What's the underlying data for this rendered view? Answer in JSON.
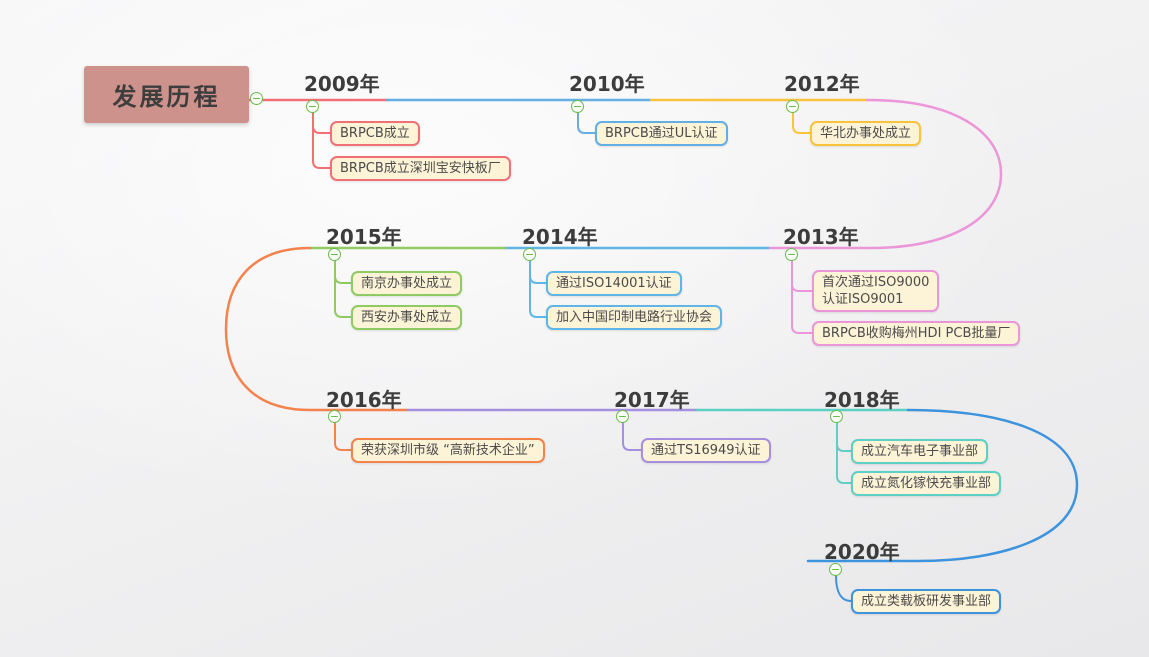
{
  "title": {
    "label": "发展历程"
  },
  "colors": {
    "root_bg": "#cd928c",
    "root_text": "#3d3d3e",
    "year_text": "#3c3c3c",
    "topic_bg": "#fdf3d7",
    "topic_text": "#4b4b4b",
    "marker": "#69bb4d",
    "marker_bg": "#fbfdf9"
  },
  "branches": [
    {
      "year": "2009年",
      "color": "#f07173",
      "topics": [
        "BRPCB成立",
        "BRPCB成立深圳宝安快板厂"
      ]
    },
    {
      "year": "2010年",
      "color": "#63aee3",
      "topics": [
        "BRPCB通过UL认证"
      ]
    },
    {
      "year": "2012年",
      "color": "#fac33c",
      "topics": [
        "华北办事处成立"
      ]
    },
    {
      "year": "2013年",
      "color": "#eb96d8",
      "topics": [
        "首次通过ISO9000\n认证ISO9001",
        "BRPCB收购梅州HDI PCB批量厂"
      ]
    },
    {
      "year": "2014年",
      "color": "#60b5e8",
      "topics": [
        "通过ISO14001认证",
        "加入中国印制电路行业协会"
      ]
    },
    {
      "year": "2015年",
      "color": "#8fca62",
      "topics": [
        "南京办事处成立",
        "西安办事处成立"
      ]
    },
    {
      "year": "2016年",
      "color": "#f4824c",
      "topics": [
        "荣获深圳市级 “高新技术企业”"
      ]
    },
    {
      "year": "2017年",
      "color": "#a78fe0",
      "topics": [
        "通过TS16949认证"
      ]
    },
    {
      "year": "2018年",
      "color": "#5ecfc5",
      "topics": [
        "成立汽车电子事业部",
        "成立氮化镓快充事业部"
      ]
    },
    {
      "year": "2020年",
      "color": "#3e93dd",
      "topics": [
        "成立类载板研发事业部"
      ]
    }
  ]
}
